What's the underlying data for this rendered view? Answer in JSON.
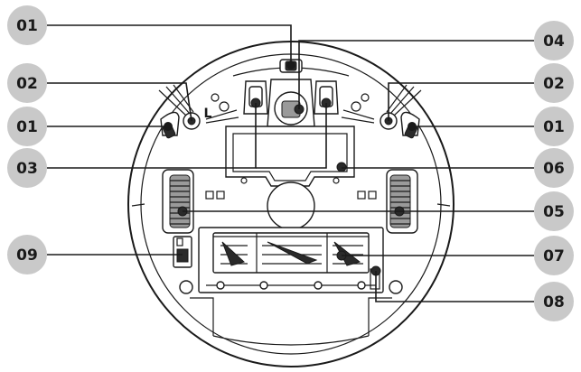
{
  "callouts": {
    "front_wheel_top_left": "01",
    "side_brush_left": "02",
    "cliff_sensor_left": "01",
    "charging_contacts": "03",
    "front_caster": "04",
    "side_brush_right": "02",
    "cliff_sensor_right": "01",
    "battery_cover": "06",
    "drive_wheels": "05",
    "power_switch": "09",
    "main_brush": "07",
    "brush_cover": "08"
  },
  "side_brush_left_mark": "L",
  "colors": {
    "badge": "#c9c9c9",
    "ink": "#1a1a1a",
    "background": "#ffffff"
  }
}
